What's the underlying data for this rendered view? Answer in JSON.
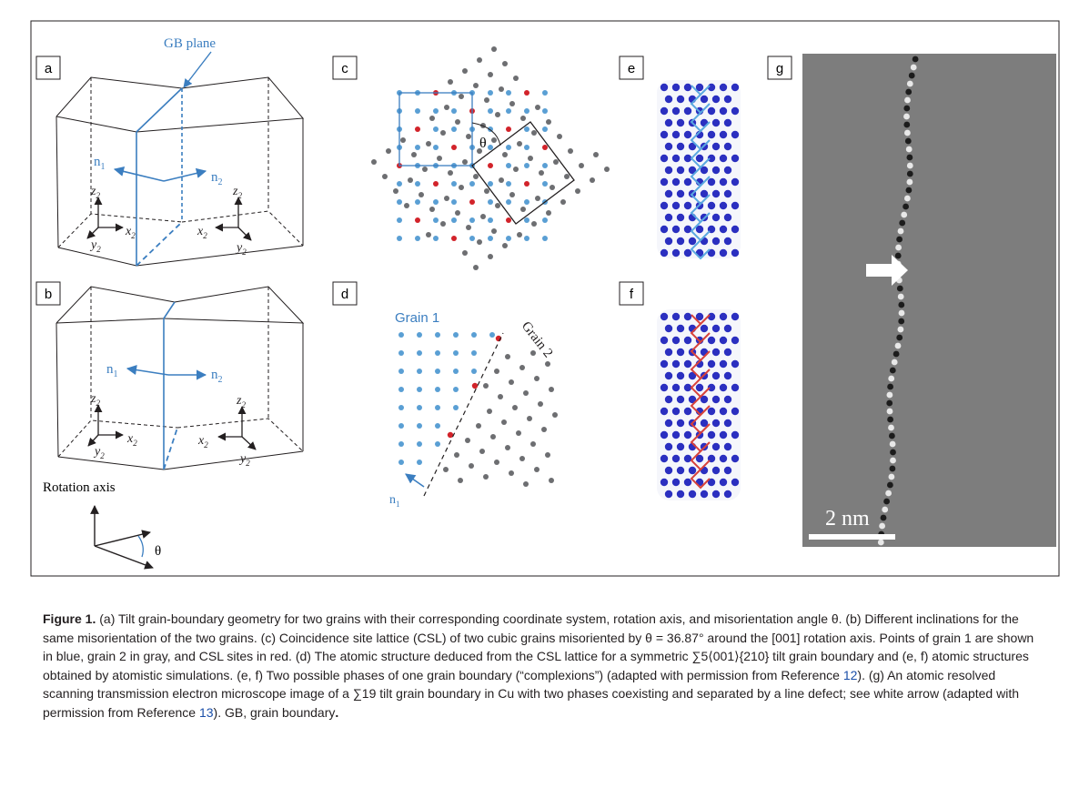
{
  "figure": {
    "panel_labels": [
      "a",
      "b",
      "c",
      "d",
      "e",
      "f",
      "g"
    ],
    "panel_a": {
      "gb_plane_label": "GB plane",
      "normal_1": "n",
      "normal_1_sub": "1",
      "normal_2": "n",
      "normal_2_sub": "2",
      "axes_left": {
        "z": "z",
        "z_sub": "2",
        "x": "x",
        "x_sub": "2",
        "y": "y",
        "y_sub": "2"
      },
      "axes_right": {
        "z": "z",
        "z_sub": "2",
        "x": "x",
        "x_sub": "2",
        "y": "y",
        "y_sub": "2"
      }
    },
    "panel_b": {
      "normal_1": "n",
      "normal_1_sub": "1",
      "normal_2": "n",
      "normal_2_sub": "2",
      "axes_left": {
        "z": "z",
        "z_sub": "2",
        "x": "x",
        "x_sub": "2",
        "y": "y",
        "y_sub": "2"
      },
      "axes_right": {
        "z": "z",
        "z_sub": "2",
        "x": "x",
        "x_sub": "2",
        "y": "y",
        "y_sub": "2"
      },
      "rotation_axis_label": "Rotation axis",
      "angle_label": "θ"
    },
    "panel_c": {
      "angle_label": "θ"
    },
    "panel_d": {
      "grain_1_label": "Grain 1",
      "grain_2_label": "Grain 2",
      "normal": "n",
      "normal_sub": "1"
    },
    "panel_g": {
      "scale_bar_label": "2 nm"
    },
    "colors": {
      "grain_1": "#5a9fd4",
      "grain_2": "#6d6e71",
      "csl": "#d2232a",
      "line_blue": "#3b7ec0",
      "frame": "#231f20"
    }
  },
  "caption": {
    "lead": "Figure 1.",
    "p1": "  (a) Tilt grain-boundary geometry for two grains with their corresponding coordinate system, rotation axis, and misorientation angle θ. (b) Different inclinations for the same misorientation of the two grains. (c) Coincidence site lattice (CSL) of two cubic grains misoriented by θ = 36.87° around the [001] rotation axis. Points of grain 1 are shown in blue, grain 2 in gray, and CSL sites in red. (d) The atomic structure deduced from the CSL lattice for a symmetric ∑5⟨001⟩{210} tilt grain boundary and (e, f) atomic structures obtained by atomistic simulations. (e, f) Two possible phases of one grain boundary (“complexions”) (adapted with permission from Reference ",
    "ref1": "12",
    "p2": "). (g) An atomic resolved scanning transmission electron microscope image of a ∑19 tilt grain boundary in Cu with two phases coexisting and separated by a line defect; see white arrow (adapted with permission from Reference ",
    "ref2": "13",
    "p3": "). GB, grain boundary",
    "end": "."
  }
}
